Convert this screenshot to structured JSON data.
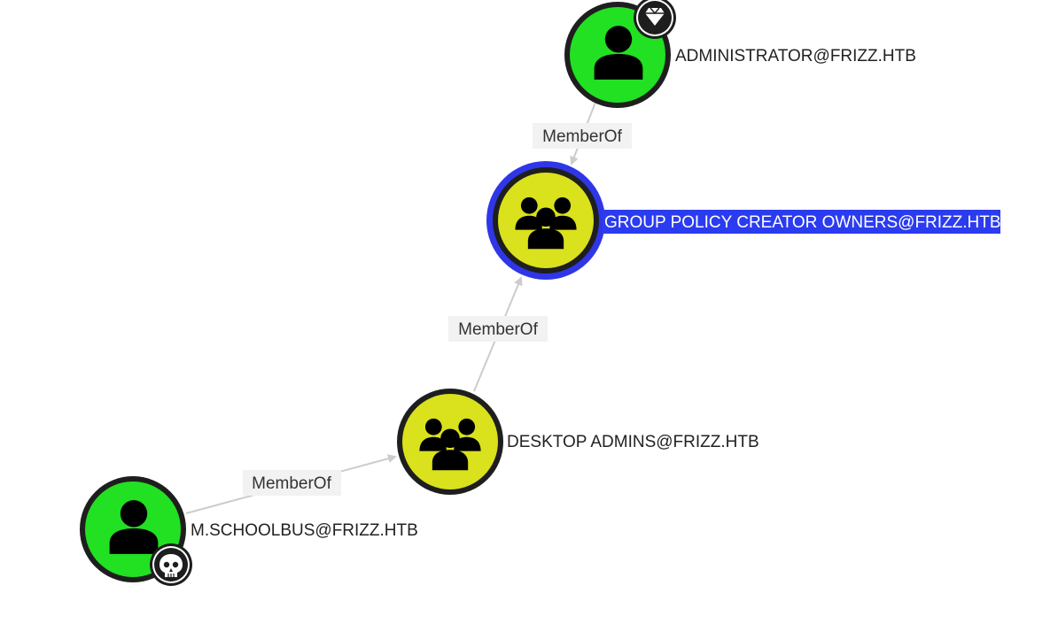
{
  "graph": {
    "nodes": [
      {
        "id": "administrator",
        "label": "ADMINISTRATOR@FRIZZ.HTB",
        "type": "user",
        "color": "#22e022",
        "badge": "diamond-icon",
        "highlighted": false
      },
      {
        "id": "gpco",
        "label": "GROUP POLICY CREATOR OWNERS@FRIZZ.HTB",
        "type": "group",
        "color": "#dae11d",
        "badge": null,
        "highlighted": true
      },
      {
        "id": "desktop-admins",
        "label": "DESKTOP ADMINS@FRIZZ.HTB",
        "type": "group",
        "color": "#dae11d",
        "badge": null,
        "highlighted": false
      },
      {
        "id": "schoolbus",
        "label": "M.SCHOOLBUS@FRIZZ.HTB",
        "type": "user",
        "color": "#22e022",
        "badge": "skull-icon",
        "highlighted": false
      }
    ],
    "edges": [
      {
        "from": "administrator",
        "to": "gpco",
        "label": "MemberOf"
      },
      {
        "from": "desktop-admins",
        "to": "gpco",
        "label": "MemberOf"
      },
      {
        "from": "schoolbus",
        "to": "desktop-admins",
        "label": "MemberOf"
      }
    ],
    "colors": {
      "user_node": "#22e022",
      "group_node": "#dae11d",
      "node_border": "#1e1e1e",
      "selected_ring": "#2f36e8",
      "selected_label_bg": "#2b3cf0",
      "edge": "#cccccc"
    }
  }
}
